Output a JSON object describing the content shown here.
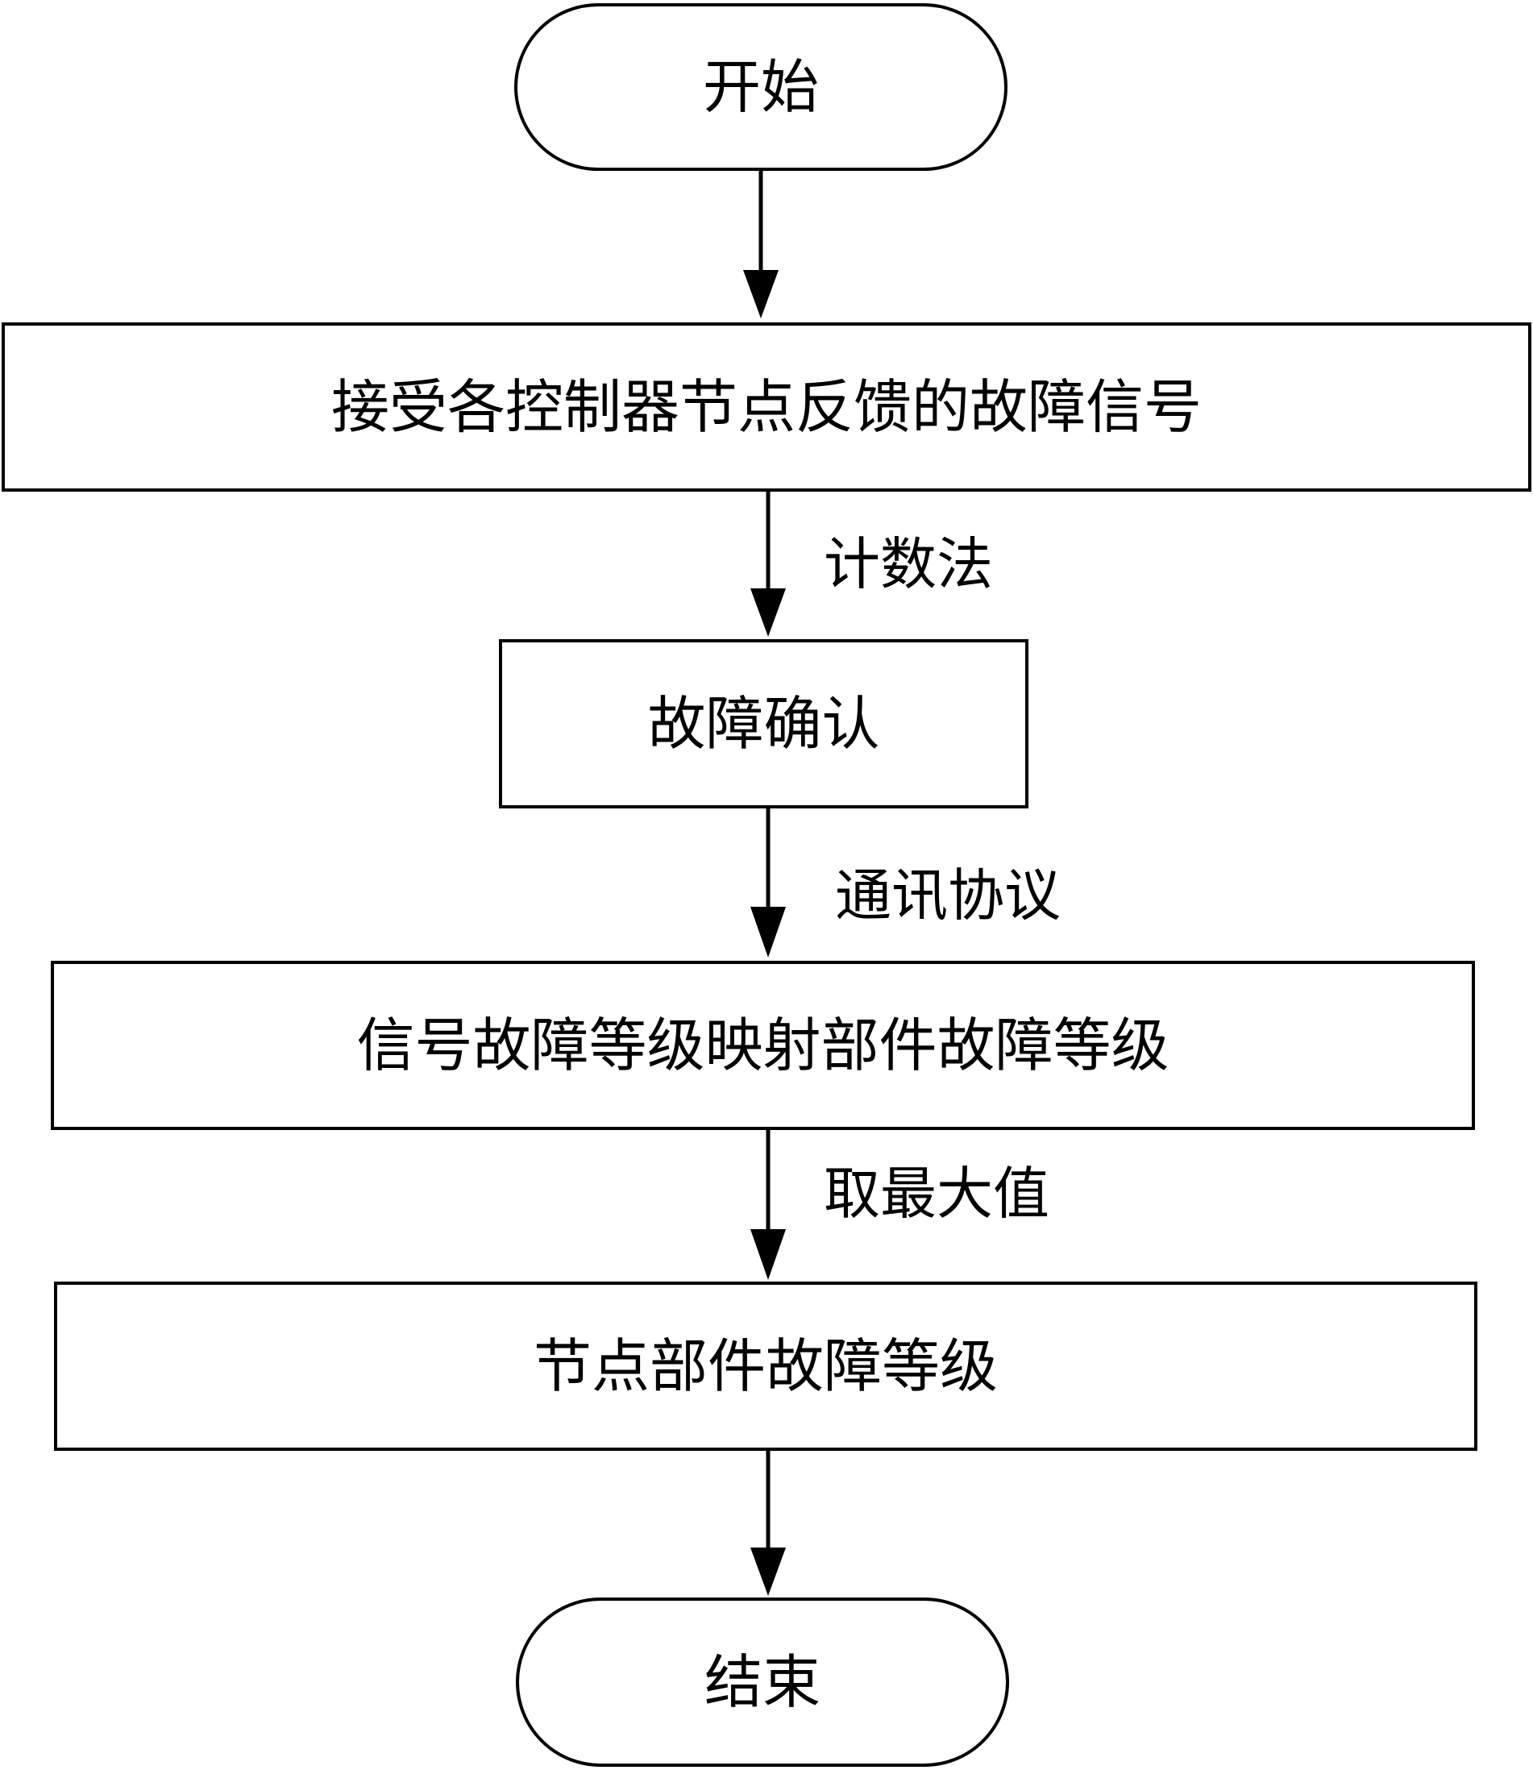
{
  "flowchart": {
    "start": "开始",
    "steps": [
      "接受各控制器节点反馈的故障信号",
      "故障确认",
      "信号故障等级映射部件故障等级",
      "节点部件故障等级"
    ],
    "end": "结束",
    "edge_labels": [
      "计数法",
      "通讯协议",
      "取最大值"
    ]
  },
  "colors": {
    "stroke": "#000000",
    "background": "#ffffff"
  }
}
